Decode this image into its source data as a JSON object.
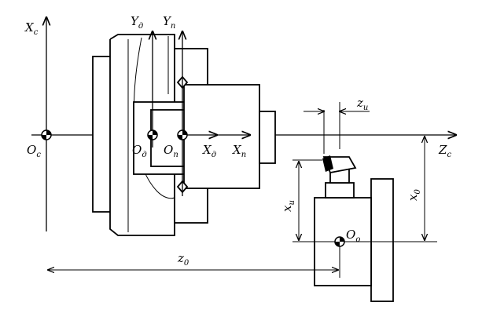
{
  "labels": {
    "xc": "X",
    "xc_sub": "c",
    "yd": "Y",
    "yd_sub": "д",
    "yn": "Y",
    "yn_sub": "n",
    "zu": "z",
    "zu_sub": "и",
    "oc": "O",
    "oc_sub": "c",
    "od": "O",
    "od_sub": "д",
    "on": "O",
    "on_sub": "n",
    "xd": "X",
    "xd_sub": "д",
    "xn": "X",
    "xn_sub": "n",
    "zc": "Z",
    "zc_sub": "c",
    "xu": "x",
    "xu_sub": "и",
    "x0": "x",
    "x0_sub": "0",
    "oo": "O",
    "oo_sub": "o",
    "z0": "z",
    "z0_sub": "0"
  }
}
